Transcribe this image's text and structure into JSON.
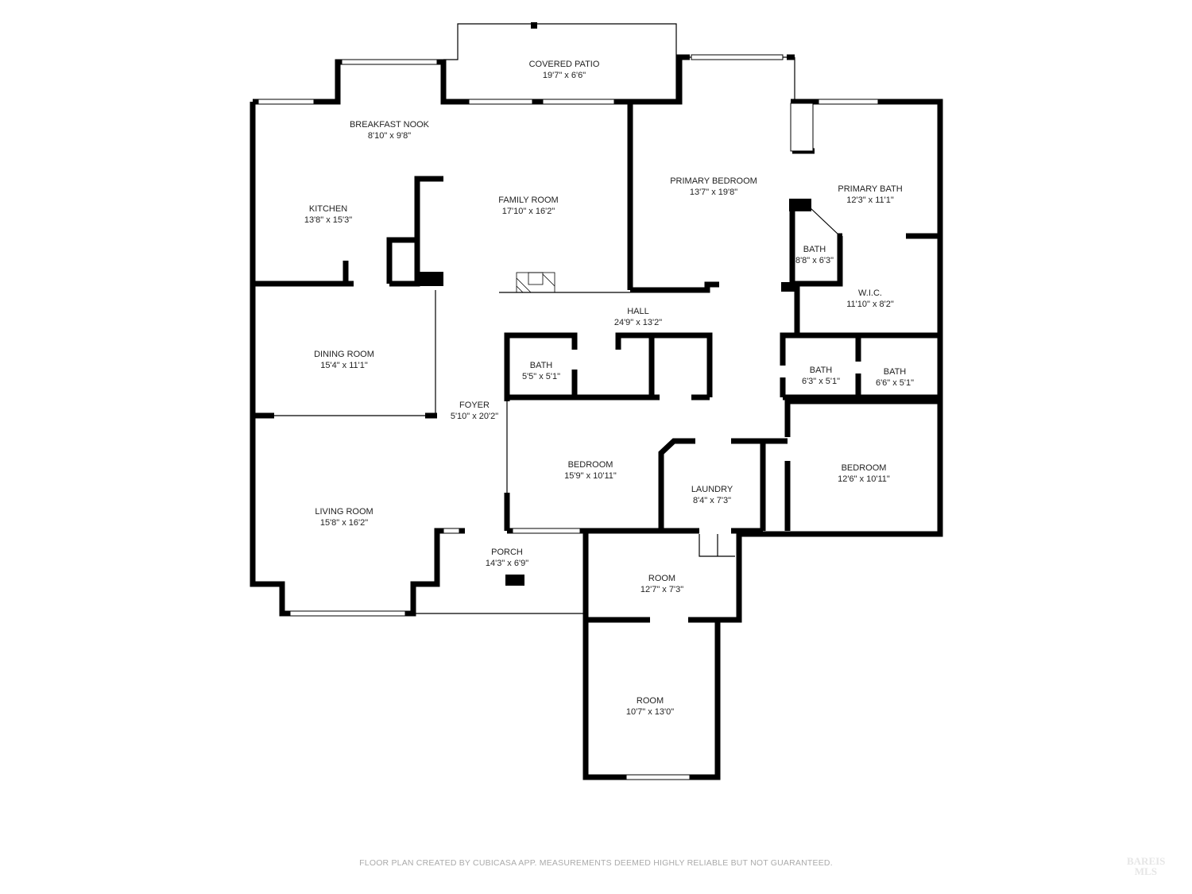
{
  "rooms": [
    {
      "name": "COVERED PATIO",
      "dims": "19'7\" x 6'6\""
    },
    {
      "name": "BREAKFAST NOOK",
      "dims": "8'10\" x 9'8\""
    },
    {
      "name": "KITCHEN",
      "dims": "13'8\" x 15'3\""
    },
    {
      "name": "FAMILY ROOM",
      "dims": "17'10\" x 16'2\""
    },
    {
      "name": "PRIMARY BEDROOM",
      "dims": "13'7\" x 19'8\""
    },
    {
      "name": "PRIMARY BATH",
      "dims": "12'3\" x 11'1\""
    },
    {
      "name": "BATH",
      "dims": "8'8\" x 6'3\""
    },
    {
      "name": "W.I.C.",
      "dims": "11'10\" x 8'2\""
    },
    {
      "name": "HALL",
      "dims": "24'9\" x 13'2\""
    },
    {
      "name": "DINING ROOM",
      "dims": "15'4\" x 11'1\""
    },
    {
      "name": "BATH",
      "dims": "5'5\" x 5'1\""
    },
    {
      "name": "BATH",
      "dims": "6'3\" x 5'1\""
    },
    {
      "name": "BATH",
      "dims": "6'6\" x 5'1\""
    },
    {
      "name": "FOYER",
      "dims": "5'10\" x 20'2\""
    },
    {
      "name": "BEDROOM",
      "dims": "15'9\" x 10'11\""
    },
    {
      "name": "LAUNDRY",
      "dims": "8'4\" x 7'3\""
    },
    {
      "name": "BEDROOM",
      "dims": "12'6\" x 10'11\""
    },
    {
      "name": "LIVING ROOM",
      "dims": "15'8\" x 16'2\""
    },
    {
      "name": "PORCH",
      "dims": "14'3\" x 6'9\""
    },
    {
      "name": "ROOM",
      "dims": "12'7\" x 7'3\""
    },
    {
      "name": "ROOM",
      "dims": "10'7\" x 13'0\""
    }
  ],
  "footer": "FLOOR PLAN CREATED BY CUBICASA APP. MEASUREMENTS DEEMED HIGHLY RELIABLE BUT NOT GUARANTEED.",
  "logo": "BAREIS MLS",
  "colors": {
    "wall": "#000000",
    "window": "#ffffff",
    "footer": "#aaaaaa"
  }
}
